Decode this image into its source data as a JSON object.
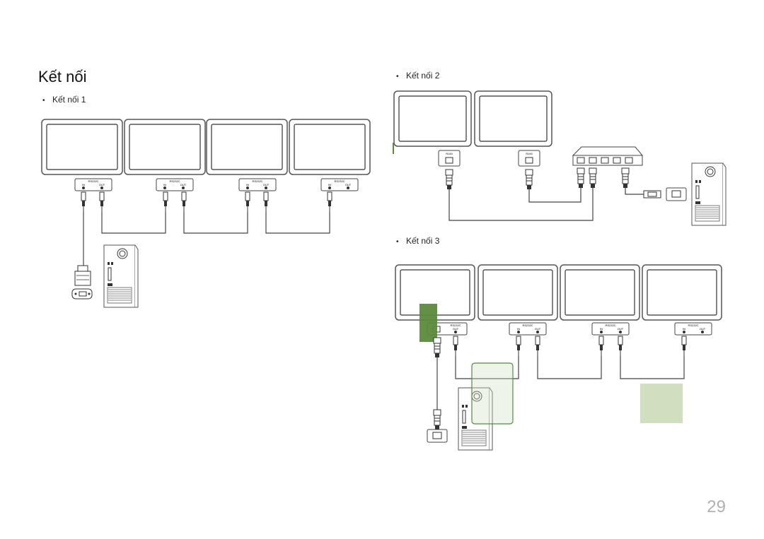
{
  "page": {
    "title": "Kết nối",
    "page_number": "29"
  },
  "sections": [
    {
      "label": "Kết nối 1"
    },
    {
      "label": "Kết nối 2"
    },
    {
      "label": "Kết nối 3"
    }
  ],
  "ports": {
    "rs232c": "RS232C",
    "in": "IN",
    "out": "OUT",
    "rj45": "RJ45"
  },
  "colors": {
    "highlight_dark": "#5a8a3a",
    "highlight_light": "#cfdfbf"
  }
}
